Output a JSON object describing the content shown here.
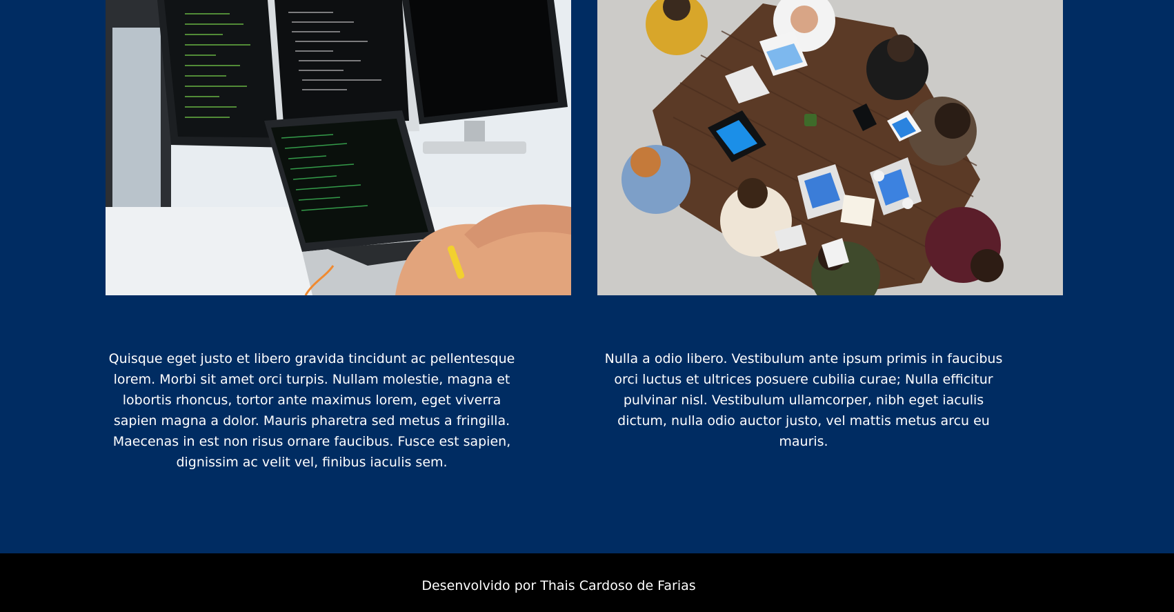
{
  "photos": {
    "left": {
      "subject": "developer-workstation-photo"
    },
    "right": {
      "subject": "team-meeting-photo"
    }
  },
  "paragraphs": {
    "left": "Quisque eget justo et libero gravida tincidunt ac pellentesque lorem. Morbi sit amet orci turpis. Nullam molestie, magna et lobortis rhoncus, tortor ante maximus lorem, eget viverra sapien magna a dolor. Mauris pharetra sed metus a fringilla. Maecenas in est non risus ornare faucibus. Fusce est sapien, dignissim ac velit vel, finibus iaculis sem.",
    "right": "Nulla a odio libero. Vestibulum ante ipsum primis in faucibus orci luctus et ultrices posuere cubilia curae; Nulla efficitur pulvinar nisl. Vestibulum ullamcorper, nibh eget iaculis dictum, nulla odio auctor justo, vel mattis metus arcu eu mauris."
  },
  "footer": {
    "credit": "Desenvolvido por Thais Cardoso de Farias"
  },
  "colors": {
    "main_background": "#002c62",
    "footer_background": "#000000",
    "text": "#ffffff"
  }
}
